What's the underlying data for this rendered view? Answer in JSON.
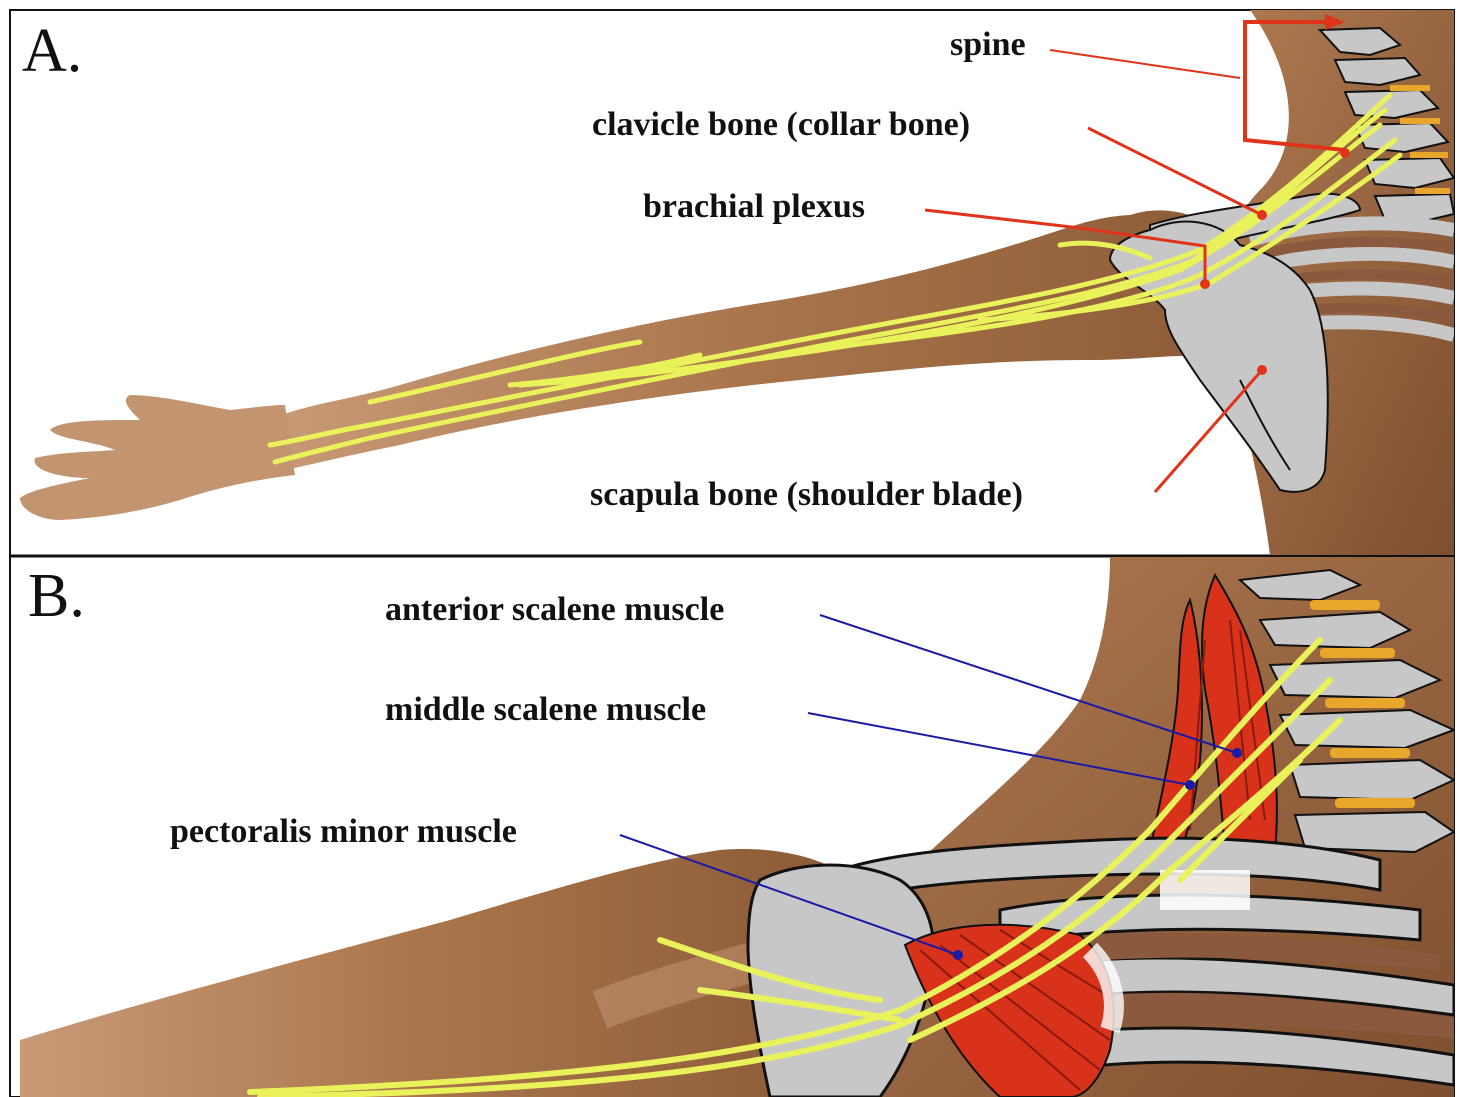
{
  "panel_a": {
    "letter": "A.",
    "labels": {
      "spine": "spine",
      "clavicle": "clavicle bone (collar bone)",
      "plexus": "brachial plexus",
      "scapula": "scapula bone (shoulder blade)"
    }
  },
  "panel_b": {
    "letter": "B.",
    "labels": {
      "anterior": "anterior scalene muscle",
      "middle": "middle scalene muscle",
      "pectoralis": "pectoralis minor muscle"
    }
  },
  "colors": {
    "skin": "#a9744a",
    "skin_dark": "#7e4f2f",
    "bone": "#c7c7c7",
    "outline": "#111111",
    "nerve": "#e9f25a",
    "muscle": "#d8321b",
    "disc": "#e8a72a",
    "pointer_red": "#e0341a",
    "pointer_blue": "#1a1aa6"
  }
}
